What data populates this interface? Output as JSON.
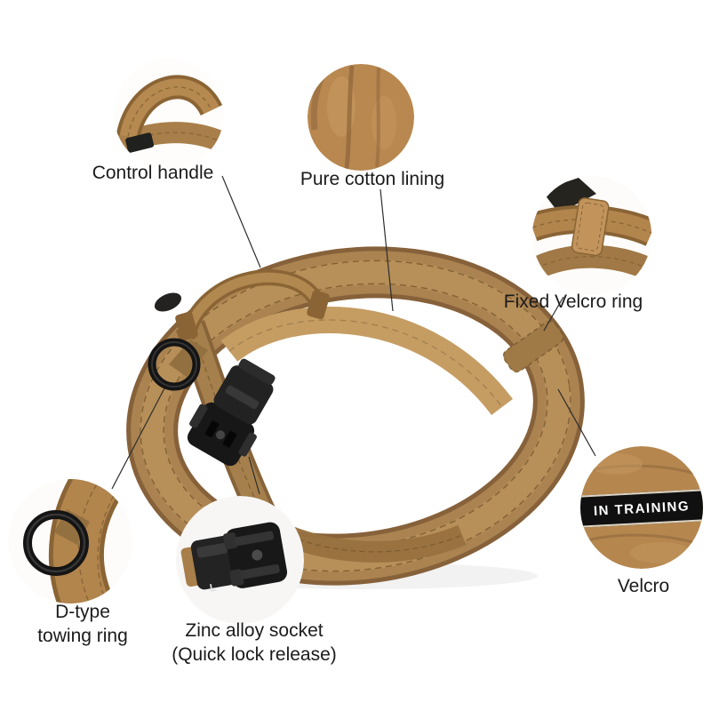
{
  "page": {
    "background": "#ffffff"
  },
  "product": {
    "name": "Tactical dog collar",
    "colors": {
      "strap": "#aa8350",
      "strap_light": "#c59d63",
      "strap_dark": "#86613a",
      "metal": "#1d1d1d",
      "label_text": "#1b1b1b"
    }
  },
  "callouts": {
    "control_handle": {
      "lines": [
        "Control handle"
      ]
    },
    "cotton_lining": {
      "lines": [
        "Pure cotton lining"
      ]
    },
    "fixed_velcro_ring": {
      "lines": [
        "Fixed Velcro ring"
      ]
    },
    "d_ring": {
      "lines": [
        "D-type",
        "towing ring"
      ]
    },
    "zinc_socket": {
      "lines": [
        "Zinc alloy socket",
        "(Quick lock release)"
      ]
    },
    "velcro": {
      "lines": [
        "Velcro"
      ],
      "patch_text": "IN TRAINING"
    }
  },
  "markings": {
    "buckle_size": "L"
  }
}
